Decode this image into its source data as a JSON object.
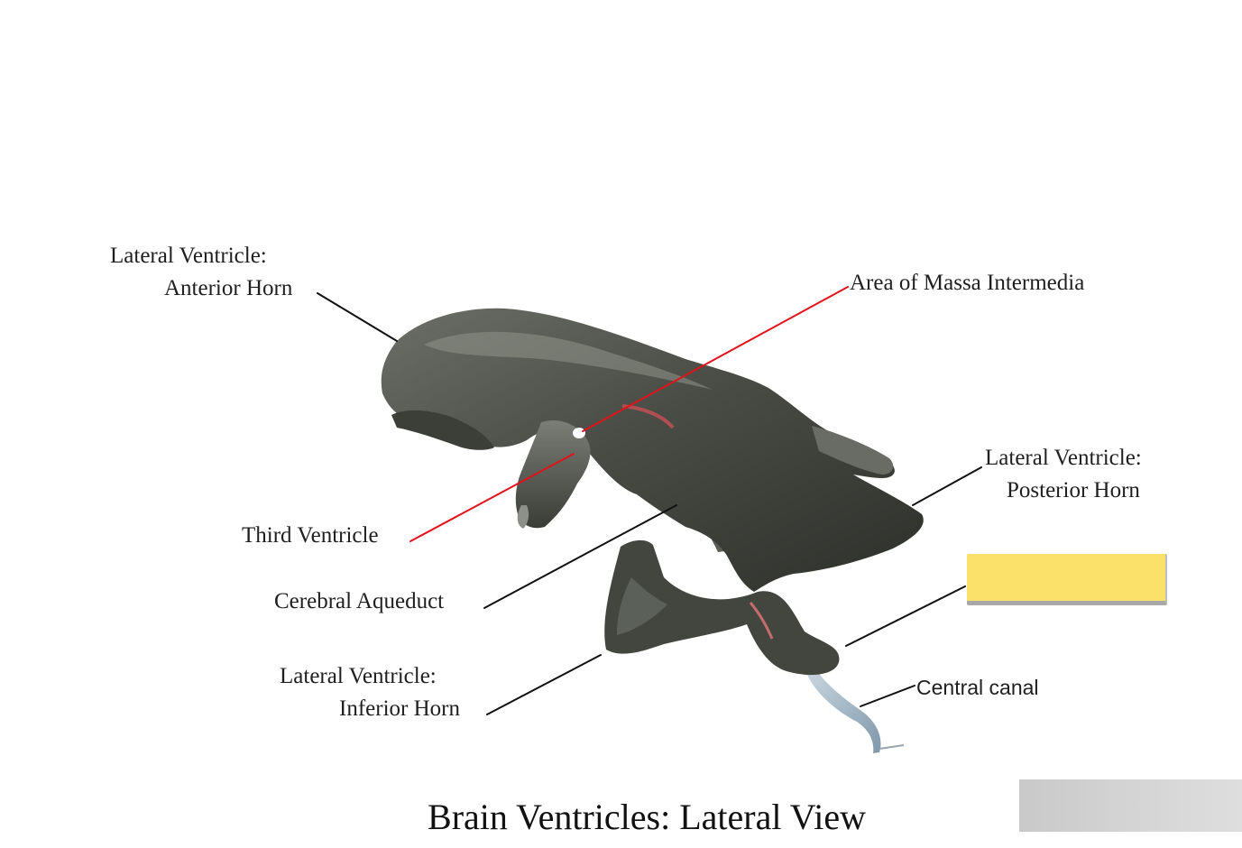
{
  "title": "Brain Ventricles: Lateral View",
  "labels": {
    "anterior_horn": [
      "Lateral Ventricle:",
      "Anterior Horn"
    ],
    "massa_intermedia": "Area of Massa Intermedia",
    "posterior_horn": [
      "Lateral Ventricle:",
      "Posterior Horn"
    ],
    "third_ventricle": "Third Ventricle",
    "cerebral_aqueduct": "Cerebral Aqueduct",
    "inferior_horn": [
      "Lateral Ventricle:",
      "Inferior Horn"
    ],
    "central_canal": "Central canal"
  },
  "colors": {
    "model_dark": "#3c3f38",
    "model_mid": "#5e625a",
    "model_light": "#8d918a",
    "leader_black": "#111111",
    "leader_red": "#e2121b",
    "answer_box": "#fbe16a",
    "canal_blue": "#9fb6c8"
  }
}
